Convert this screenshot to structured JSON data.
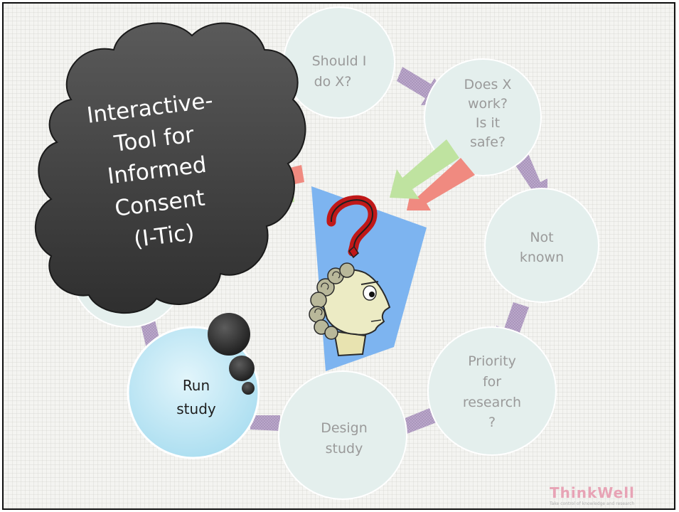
{
  "slide": {
    "cycle_nodes": {
      "should": [
        "Should I",
        "do X?"
      ],
      "works": [
        "Does X",
        "work?",
        "Is it",
        "safe?"
      ],
      "unknown": [
        "Not",
        "known"
      ],
      "priority": [
        "Priority",
        "for",
        "research",
        "?"
      ],
      "design": [
        "Design",
        "study"
      ],
      "run": [
        "Run",
        "study"
      ]
    },
    "thought_cloud": [
      "Interactive-",
      "Tool for",
      "Informed",
      "Consent",
      "(I-Tic)"
    ],
    "logo": {
      "name": "ThinkWell",
      "tagline": "Take control of knowledge and research"
    },
    "colors": {
      "faded_circle": "#e4efed",
      "run_circle": "#bfe7f5",
      "cycle_arrow": "#b9a7c8",
      "cloud": "#4a4a4a",
      "question_panel": "#7db4f0",
      "question_mark": "#c01818",
      "green_arrow": "#b8df9a",
      "red_arrow": "#f08080"
    },
    "icons": [
      "question-mark-icon",
      "thinking-head-icon",
      "thought-bubble-icon"
    ]
  }
}
